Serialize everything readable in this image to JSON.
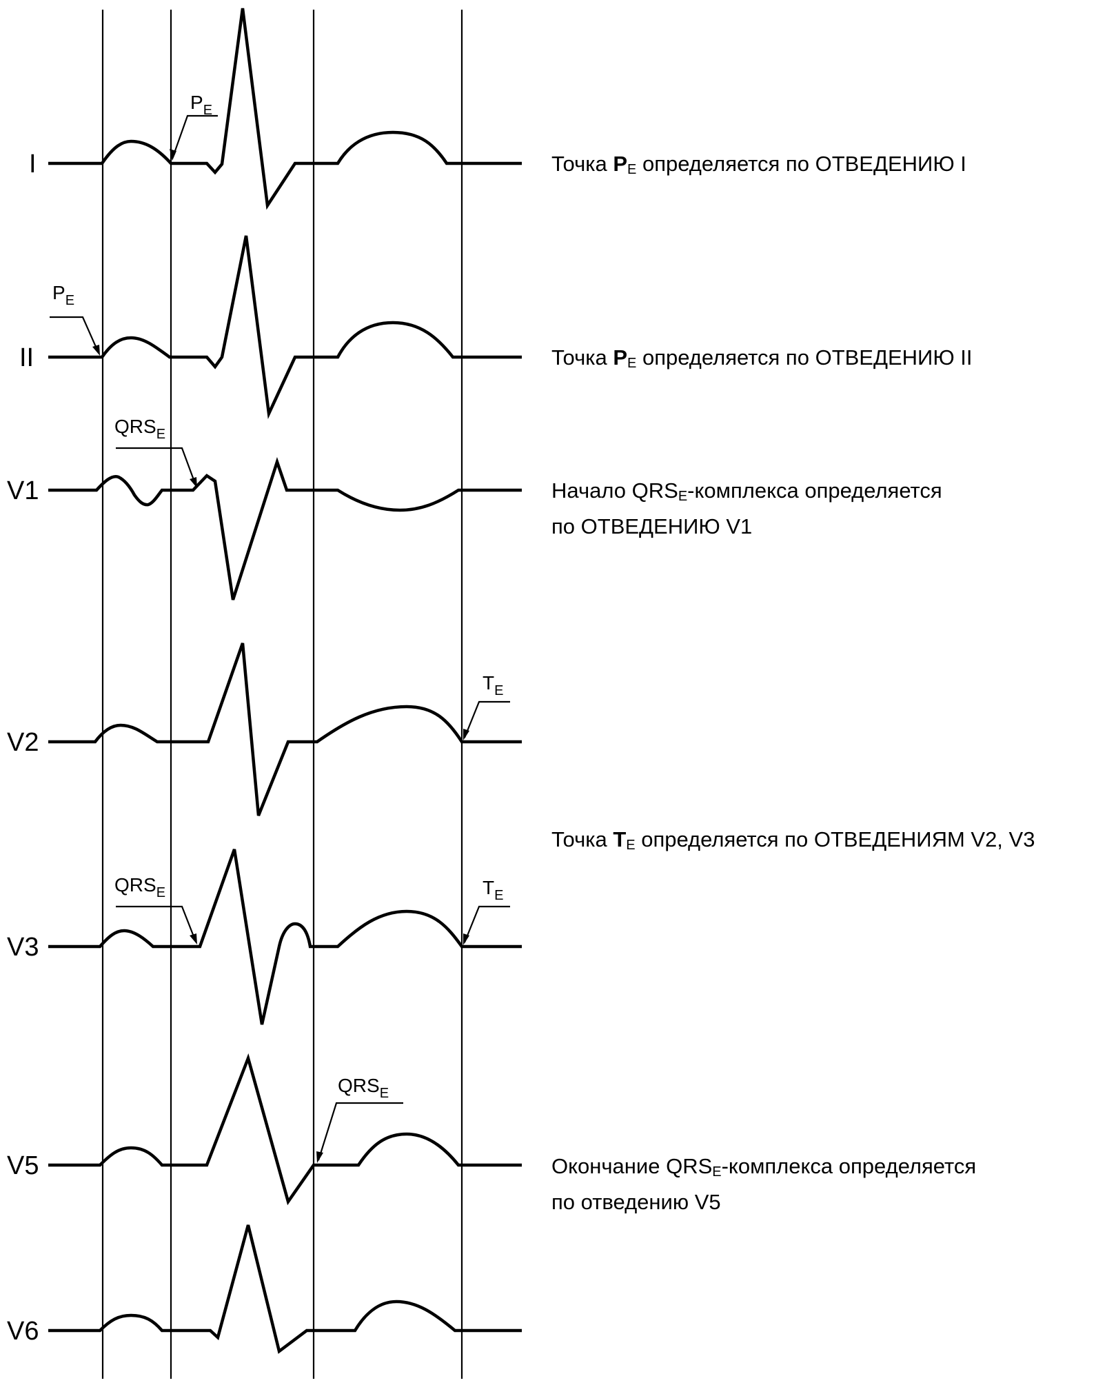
{
  "leads": [
    {
      "id": "I",
      "label": "I"
    },
    {
      "id": "II",
      "label": "II"
    },
    {
      "id": "V1",
      "label": "V1"
    },
    {
      "id": "V2",
      "label": "V2"
    },
    {
      "id": "V3",
      "label": "V3"
    },
    {
      "id": "V5",
      "label": "V5"
    },
    {
      "id": "V6",
      "label": "V6"
    }
  ],
  "markers": [
    {
      "id": "pe-lead-i",
      "lead": "I",
      "base": "P",
      "sub": "E"
    },
    {
      "id": "pe-lead-ii",
      "lead": "II",
      "base": "P",
      "sub": "E"
    },
    {
      "id": "qrse-lead-v1",
      "lead": "V1",
      "base": "QRS",
      "sub": "E"
    },
    {
      "id": "te-lead-v2",
      "lead": "V2",
      "base": "T",
      "sub": "E"
    },
    {
      "id": "qrse-lead-v3",
      "lead": "V3",
      "base": "QRS",
      "sub": "E"
    },
    {
      "id": "te-lead-v3",
      "lead": "V3",
      "base": "T",
      "sub": "E"
    },
    {
      "id": "qrse-lead-v5",
      "lead": "V5",
      "base": "QRS",
      "sub": "E"
    }
  ],
  "captions": {
    "lead_i": {
      "prefix": "Точка ",
      "base": "P",
      "sub": "E",
      "suffix": " определяется по ОТВЕДЕНИЮ I"
    },
    "lead_ii": {
      "prefix": "Точка ",
      "base": "P",
      "sub": "E",
      "suffix": " определяется по ОТВЕДЕНИЮ II"
    },
    "lead_v1": {
      "prefix": "Начало ",
      "base": "QRS",
      "sub": "E",
      "suffix": "-комплекса определяется",
      "line2": "по ОТВЕДЕНИЮ V1"
    },
    "lead_v2_v3": {
      "prefix": "Точка ",
      "base": "T",
      "sub": "E",
      "suffix": " определяется по ОТВЕДЕНИЯМ V2, V3"
    },
    "lead_v5": {
      "prefix": "Окончание ",
      "base": "QRS",
      "sub": "E",
      "suffix": "-комплекса определяется",
      "line2": "по отведению V5"
    }
  }
}
